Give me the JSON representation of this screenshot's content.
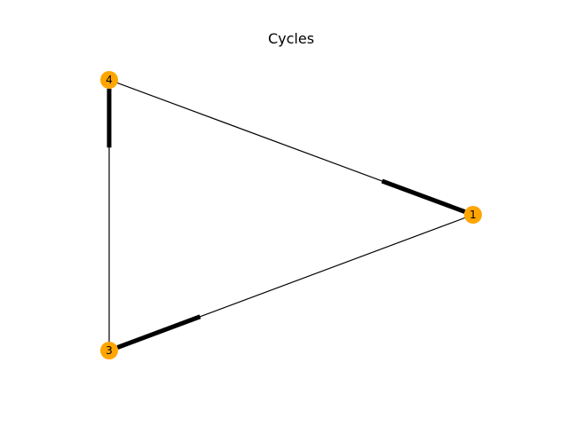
{
  "title": "Cycles",
  "node_color": "#ffa500",
  "edge_color": "#000000",
  "nodes": [
    {
      "id": "4",
      "label": "4"
    },
    {
      "id": "1",
      "label": "1"
    },
    {
      "id": "3",
      "label": "3"
    }
  ],
  "edges": [
    {
      "from": "4",
      "to": "1",
      "arrow_at": "1"
    },
    {
      "from": "1",
      "to": "3",
      "arrow_at": "3"
    },
    {
      "from": "3",
      "to": "4",
      "arrow_at": "4"
    }
  ]
}
